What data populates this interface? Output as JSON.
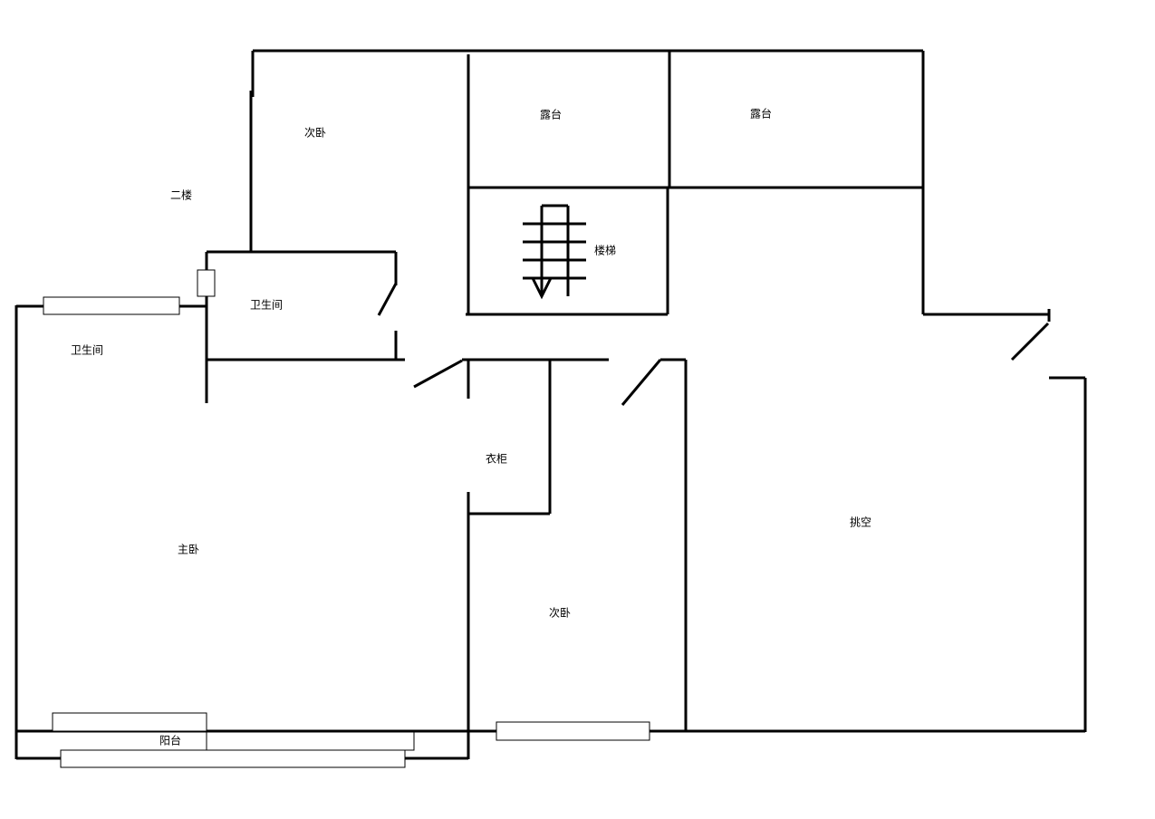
{
  "floor_label": "二楼",
  "rooms": {
    "secondary_bedroom_top": "次卧",
    "terrace_left": "露台",
    "terrace_right": "露台",
    "stairs": "楼梯",
    "bathroom_small": "卫生间",
    "bathroom_master": "卫生间",
    "wardrobe": "衣柜",
    "master_bedroom": "主卧",
    "secondary_bedroom_bottom": "次卧",
    "open_void": "挑空",
    "balcony": "阳台"
  }
}
